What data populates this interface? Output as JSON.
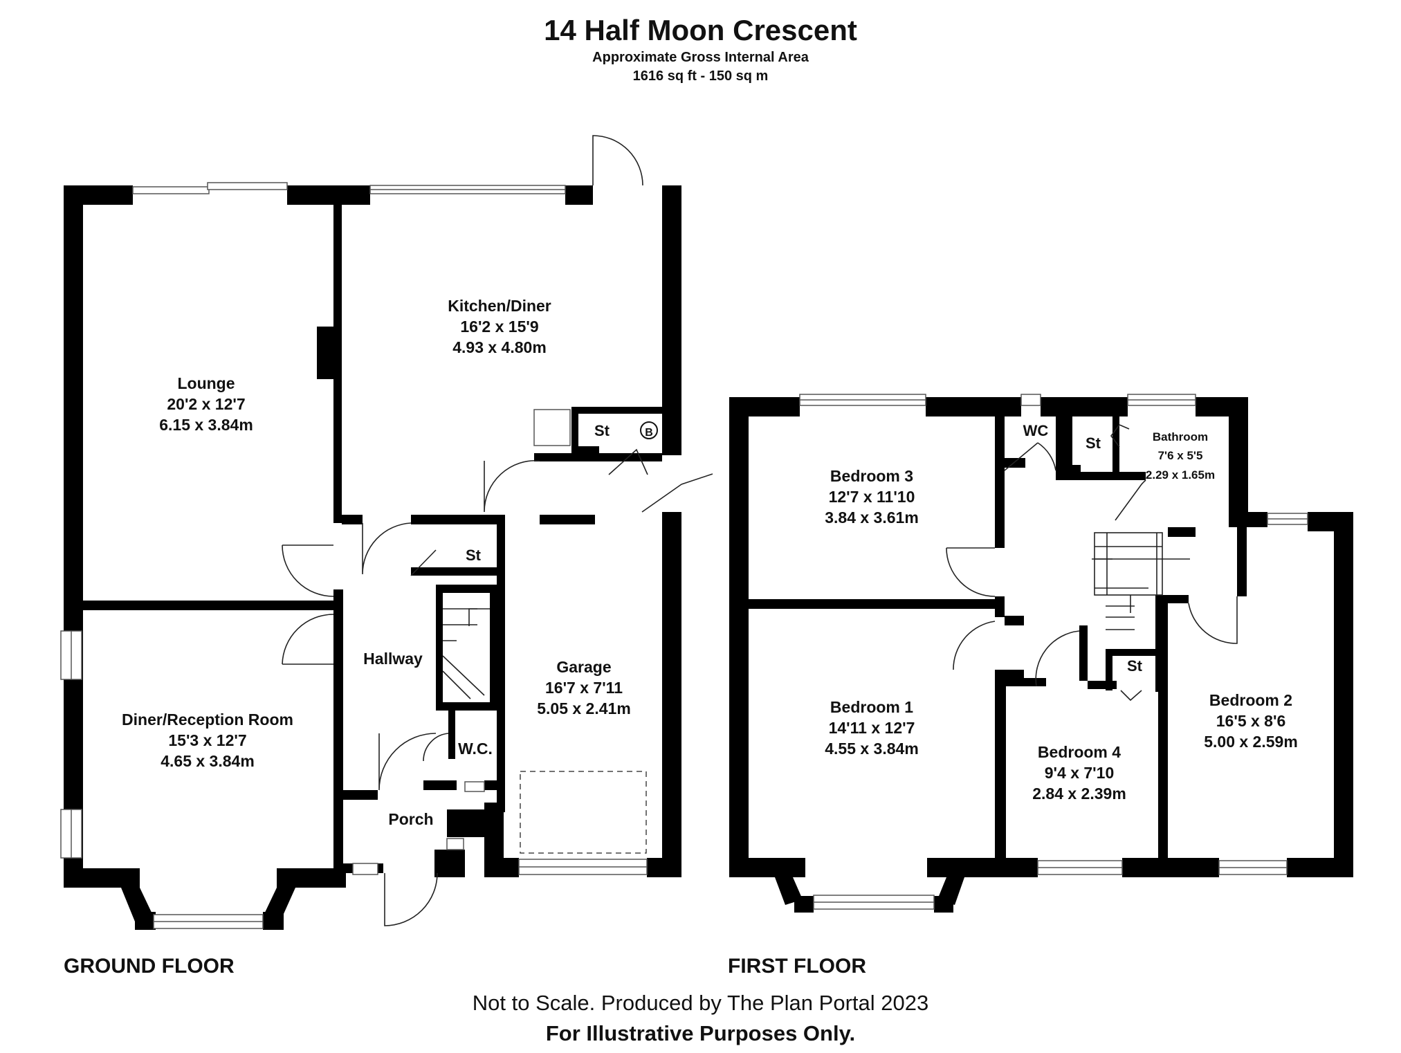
{
  "header": {
    "title": "14 Half Moon Crescent",
    "subtitle": "Approximate Gross Internal Area",
    "area": "1616 sq ft - 150 sq m"
  },
  "floors": {
    "ground": {
      "label": "GROUND FLOOR",
      "rooms": {
        "lounge": {
          "name": "Lounge",
          "imperial": "20'2 x 12'7",
          "metric": "6.15 x 3.84m"
        },
        "kitchen": {
          "name": "Kitchen/Diner",
          "imperial": "16'2 x 15'9",
          "metric": "4.93 x 4.80m"
        },
        "diner": {
          "name": "Diner/Reception Room",
          "imperial": "15'3 x 12'7",
          "metric": "4.65 x 3.84m"
        },
        "garage": {
          "name": "Garage",
          "imperial": "16'7 x 7'11",
          "metric": "5.05 x 2.41m"
        },
        "hallway": {
          "name": "Hallway"
        },
        "porch": {
          "name": "Porch"
        },
        "wc": {
          "name": "W.C."
        },
        "store_kitchen": {
          "name": "St"
        },
        "store_hall": {
          "name": "St"
        },
        "boiler": {
          "name": "B"
        }
      }
    },
    "first": {
      "label": "FIRST FLOOR",
      "rooms": {
        "bedroom1": {
          "name": "Bedroom 1",
          "imperial": "14'11 x 12'7",
          "metric": "4.55 x 3.84m"
        },
        "bedroom2": {
          "name": "Bedroom 2",
          "imperial": "16'5 x 8'6",
          "metric": "5.00 x 2.59m"
        },
        "bedroom3": {
          "name": "Bedroom 3",
          "imperial": "12'7 x 11'10",
          "metric": "3.84 x 3.61m"
        },
        "bedroom4": {
          "name": "Bedroom 4",
          "imperial": "9'4 x 7'10",
          "metric": "2.84 x 2.39m"
        },
        "bathroom": {
          "name": "Bathroom",
          "imperial": "7'6 x 5'5",
          "metric": "2.29 x 1.65m"
        },
        "wc": {
          "name": "WC"
        },
        "store_bath": {
          "name": "St"
        },
        "store_landing": {
          "name": "St"
        }
      }
    }
  },
  "footer": {
    "note": "Not to Scale. Produced by The Plan Portal 2023",
    "disclaimer": "For Illustrative Purposes Only."
  }
}
